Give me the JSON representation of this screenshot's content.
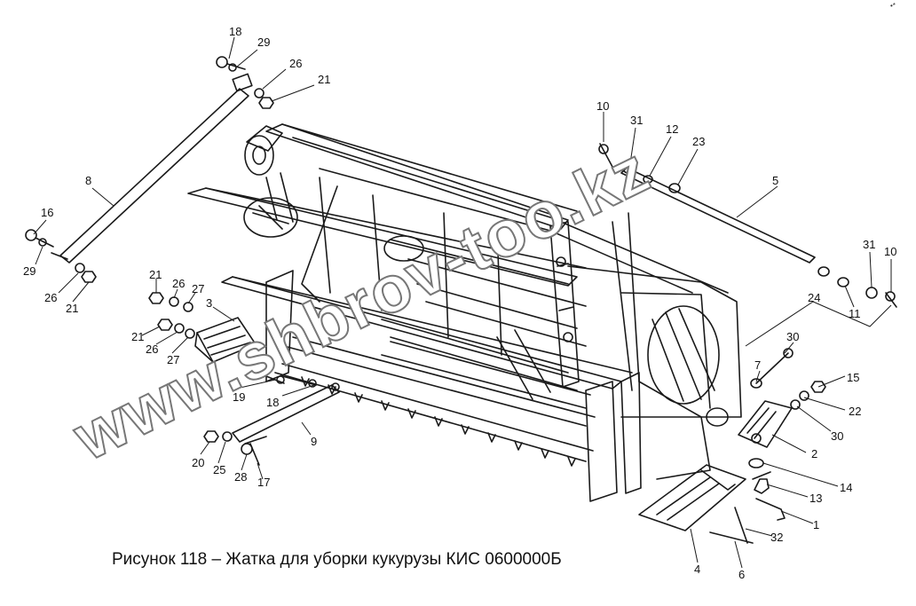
{
  "figure": {
    "caption": "Рисунок 118 – Жатка для уборки кукурузы КИС 0600000Б",
    "watermark": "www.shbrov-too.kz",
    "corner_mark": "•*"
  },
  "callouts": [
    {
      "id": "c18a",
      "label": "18"
    },
    {
      "id": "c29a",
      "label": "29"
    },
    {
      "id": "c26a",
      "label": "26"
    },
    {
      "id": "c21a",
      "label": "21"
    },
    {
      "id": "c8",
      "label": "8"
    },
    {
      "id": "c16",
      "label": "16"
    },
    {
      "id": "c29b",
      "label": "29"
    },
    {
      "id": "c26b",
      "label": "26"
    },
    {
      "id": "c21b",
      "label": "21"
    },
    {
      "id": "c21c",
      "label": "21"
    },
    {
      "id": "c26c",
      "label": "26"
    },
    {
      "id": "c27a",
      "label": "27"
    },
    {
      "id": "c3",
      "label": "3"
    },
    {
      "id": "c21d",
      "label": "21"
    },
    {
      "id": "c26d",
      "label": "26"
    },
    {
      "id": "c27b",
      "label": "27"
    },
    {
      "id": "c19",
      "label": "19"
    },
    {
      "id": "c18b",
      "label": "18"
    },
    {
      "id": "c9",
      "label": "9"
    },
    {
      "id": "c20",
      "label": "20"
    },
    {
      "id": "c25",
      "label": "25"
    },
    {
      "id": "c28",
      "label": "28"
    },
    {
      "id": "c17",
      "label": "17"
    },
    {
      "id": "c10a",
      "label": "10"
    },
    {
      "id": "c31a",
      "label": "31"
    },
    {
      "id": "c12",
      "label": "12"
    },
    {
      "id": "c23",
      "label": "23"
    },
    {
      "id": "c5",
      "label": "5"
    },
    {
      "id": "c31b",
      "label": "31"
    },
    {
      "id": "c10b",
      "label": "10"
    },
    {
      "id": "c11",
      "label": "11"
    },
    {
      "id": "c24",
      "label": "24"
    },
    {
      "id": "c30a",
      "label": "30"
    },
    {
      "id": "c7",
      "label": "7"
    },
    {
      "id": "c15",
      "label": "15"
    },
    {
      "id": "c22",
      "label": "22"
    },
    {
      "id": "c30b",
      "label": "30"
    },
    {
      "id": "c2",
      "label": "2"
    },
    {
      "id": "c14",
      "label": "14"
    },
    {
      "id": "c13",
      "label": "13"
    },
    {
      "id": "c1",
      "label": "1"
    },
    {
      "id": "c32",
      "label": "32"
    },
    {
      "id": "c4",
      "label": "4"
    },
    {
      "id": "c6",
      "label": "6"
    }
  ]
}
